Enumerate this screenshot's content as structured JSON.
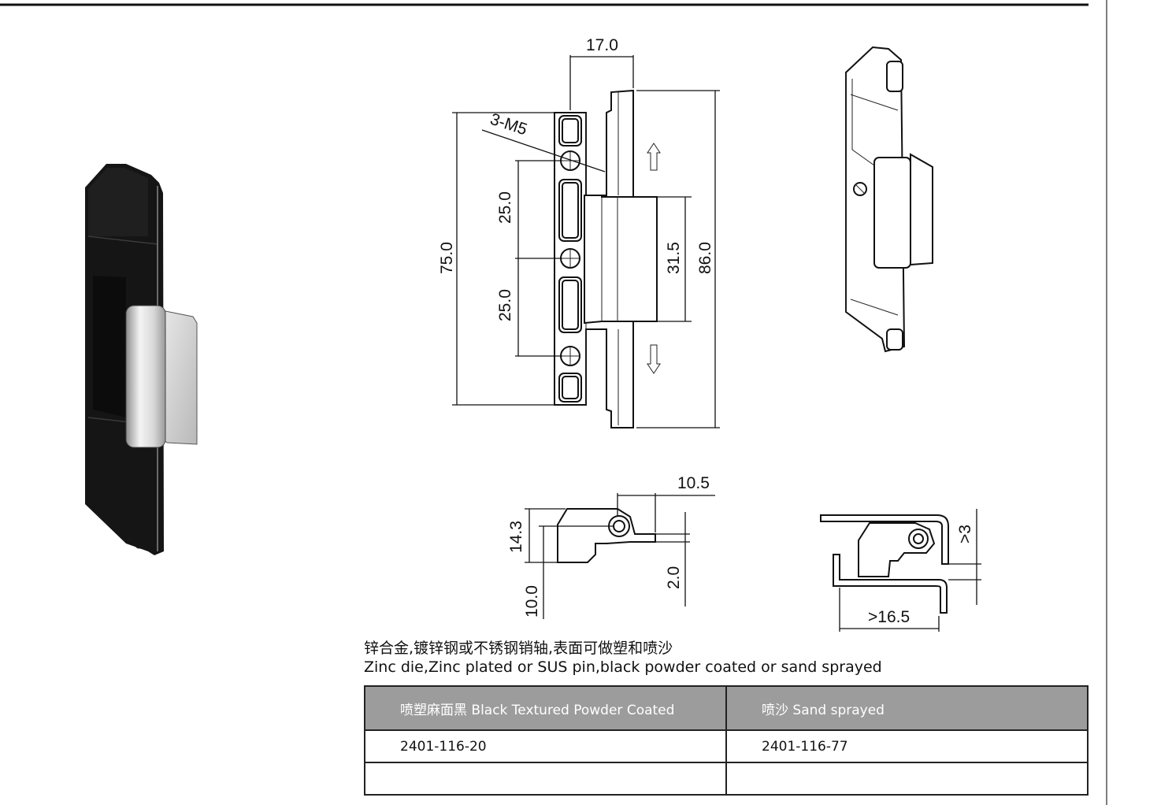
{
  "dimensions": {
    "width_top": "17.0",
    "holes": "3-M5",
    "pitch_1": "25.0",
    "pitch_2": "25.0",
    "length_75": "75.0",
    "leaf_31": "31.5",
    "overall_86": "86.0",
    "side_10_5": "10.5",
    "side_14_3": "14.3",
    "side_2_0": "2.0",
    "side_10_0": "10.0",
    "gap_3": ">3",
    "gap_16_5": ">16.5"
  },
  "description": {
    "chinese": "锌合金,镀锌钢或不锈钢销轴,表面可做塑和喷沙",
    "english": "Zinc die,Zinc plated or SUS pin,black powder coated or sand sprayed"
  },
  "table": {
    "headers": [
      "喷塑麻面黑 Black Textured Powder Coated",
      "喷沙 Sand sprayed"
    ],
    "rows": [
      [
        "2401-116-20",
        "2401-116-77"
      ],
      [
        "",
        ""
      ]
    ]
  },
  "colors": {
    "header_bg": "#9c9c9c",
    "hinge_black": "#151515",
    "pin_silver": "#cfcfcf"
  }
}
